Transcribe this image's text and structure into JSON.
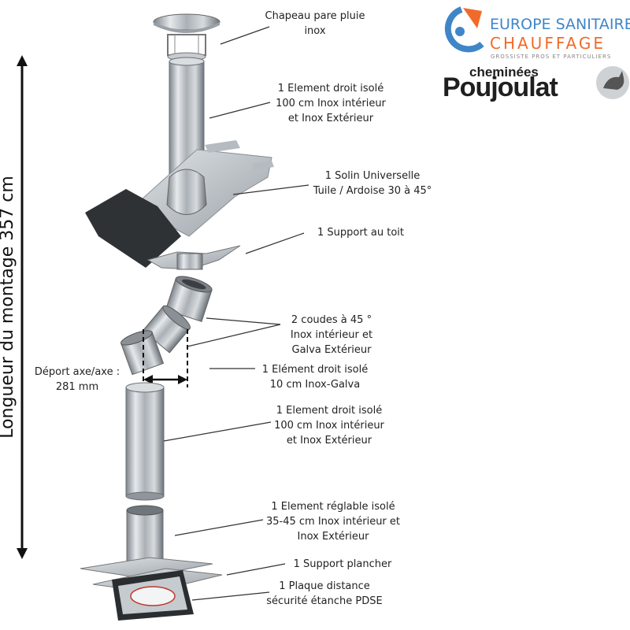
{
  "height_label": "Longueur du montage  357 cm",
  "offset_label": "Déport axe/axe :\n281 mm",
  "brands": {
    "europe_sanitaire_line1": "EUROPE SANITAIRE",
    "europe_sanitaire_line2": "CHAUFFAGE",
    "europe_sanitaire_tagline": "GROSSISTE PROS ET PARTICULIERS",
    "poujoulat_line1": "cheminées",
    "poujoulat_line2": "Poujoulat"
  },
  "callouts": [
    {
      "id": "chapeau",
      "text": "Chapeau pare pluie\ninox"
    },
    {
      "id": "element-top",
      "text": "1 Element droit isolé\n100 cm Inox intérieur\net Inox Extérieur"
    },
    {
      "id": "solin",
      "text": "1 Solin Universelle\nTuile / Ardoise 30 à 45°"
    },
    {
      "id": "support-toit",
      "text": "1 Support au toit"
    },
    {
      "id": "coudes",
      "text": "2 coudes à 45 °\nInox intérieur et\nGalva Extérieur"
    },
    {
      "id": "element-10",
      "text": "1 Elément droit isolé\n10 cm Inox-Galva"
    },
    {
      "id": "element-mid",
      "text": "1 Element droit isolé\n100 cm Inox intérieur\net Inox Extérieur"
    },
    {
      "id": "element-reglable",
      "text": "1 Element réglable isolé\n35-45 cm Inox intérieur et\nInox Extérieur"
    },
    {
      "id": "support-plancher",
      "text": "1 Support plancher"
    },
    {
      "id": "plaque",
      "text": "1 Plaque distance\nsécurité étanche PDSE"
    }
  ],
  "colors": {
    "brand_blue": "#3f86c8",
    "brand_orange": "#f26a2a",
    "steel": "#b9bfc5"
  }
}
